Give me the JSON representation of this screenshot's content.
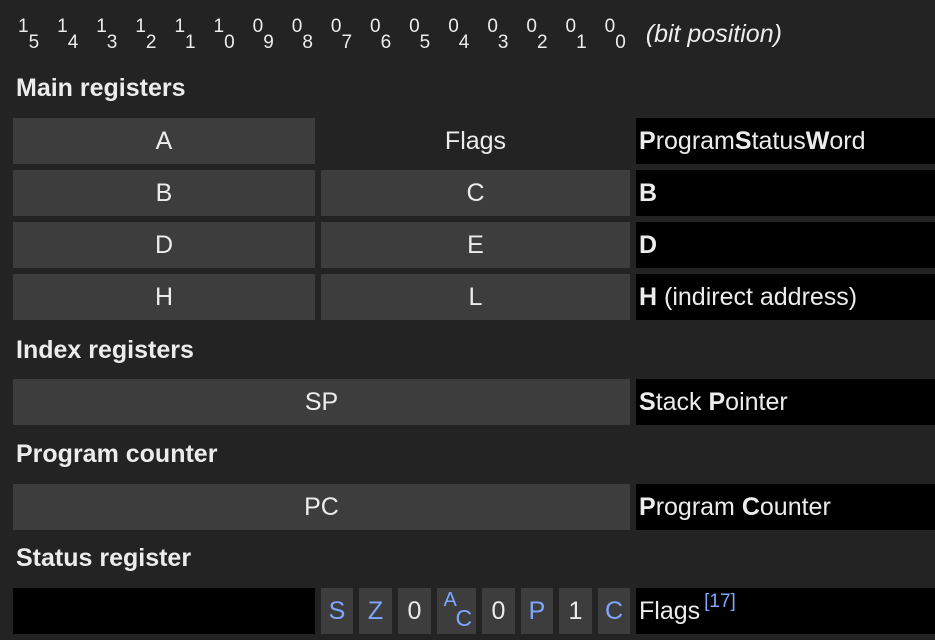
{
  "bit_positions": [
    {
      "tens": "1",
      "units": "5"
    },
    {
      "tens": "1",
      "units": "4"
    },
    {
      "tens": "1",
      "units": "3"
    },
    {
      "tens": "1",
      "units": "2"
    },
    {
      "tens": "1",
      "units": "1"
    },
    {
      "tens": "1",
      "units": "0"
    },
    {
      "tens": "0",
      "units": "9"
    },
    {
      "tens": "0",
      "units": "8"
    },
    {
      "tens": "0",
      "units": "7"
    },
    {
      "tens": "0",
      "units": "6"
    },
    {
      "tens": "0",
      "units": "5"
    },
    {
      "tens": "0",
      "units": "4"
    },
    {
      "tens": "0",
      "units": "3"
    },
    {
      "tens": "0",
      "units": "2"
    },
    {
      "tens": "0",
      "units": "1"
    },
    {
      "tens": "0",
      "units": "0"
    }
  ],
  "bit_note": "(bit position)",
  "sections": {
    "main": "Main registers",
    "index": "Index registers",
    "pc": "Program counter",
    "status": "Status register"
  },
  "main_registers": [
    {
      "high": "A",
      "low": "Flags",
      "desc_parts": [
        [
          "P",
          "rogram "
        ],
        [
          "S",
          "tatus "
        ],
        [
          "W",
          "ord"
        ]
      ]
    },
    {
      "high": "B",
      "low": "C",
      "desc_bold": "B",
      "desc_rest": ""
    },
    {
      "high": "D",
      "low": "E",
      "desc_bold": "D",
      "desc_rest": ""
    },
    {
      "high": "H",
      "low": "L",
      "desc_bold": "H",
      "desc_rest": " (indirect address)"
    }
  ],
  "psw_desc": {
    "b1": "P",
    "r1": "rogram ",
    "b2": "S",
    "r2": "tatus ",
    "b3": "W",
    "r3": "ord"
  },
  "index_registers": {
    "name": "SP",
    "desc_b1": "S",
    "desc_r1": "tack ",
    "desc_b2": "P",
    "desc_r2": "ointer"
  },
  "program_counter": {
    "name": "PC",
    "desc_b1": "P",
    "desc_r1": "rogram ",
    "desc_b2": "C",
    "desc_r2": "ounter"
  },
  "status_register": {
    "flags": [
      "S",
      "Z",
      "0",
      "A",
      "C",
      "0",
      "P",
      "1",
      "C"
    ],
    "ac_main": "A",
    "ac_sub": "C",
    "desc": "Flags",
    "ref": "[17]"
  },
  "colors": {
    "background": "#232323",
    "cell": "#3d3d3d",
    "desc_bg": "#000000",
    "link": "#7fa6ff"
  }
}
